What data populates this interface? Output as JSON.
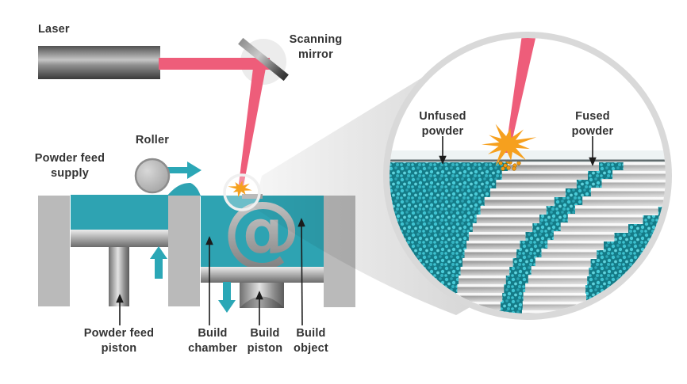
{
  "labels": {
    "laser": "Laser",
    "scanning_mirror": "Scanning\nmirror",
    "roller": "Roller",
    "powder_feed_supply": "Powder feed\nsupply",
    "powder_feed_piston": "Powder feed\npiston",
    "build_chamber": "Build\nchamber",
    "build_piston": "Build\npiston",
    "build_object": "Build\nobject",
    "unfused_powder": "Unfused\npowder",
    "fused_powder": "Fused\npowder",
    "build_object_glyph": "@"
  },
  "colors": {
    "teal": "#2ea3b2",
    "laser_pink": "#ee5d7a",
    "spark_orange": "#f6a01e",
    "wall_gray": "#bababa",
    "powder_dark_teal": "#147b87",
    "powder_dot_teal": "#3fc3d1",
    "ring_gray": "#d9d9d9",
    "text": "#333333"
  },
  "icons": {
    "magnifier_cone": "magnification-cone",
    "spark": "laser-spark-starburst",
    "arrows": "direction-arrows"
  }
}
